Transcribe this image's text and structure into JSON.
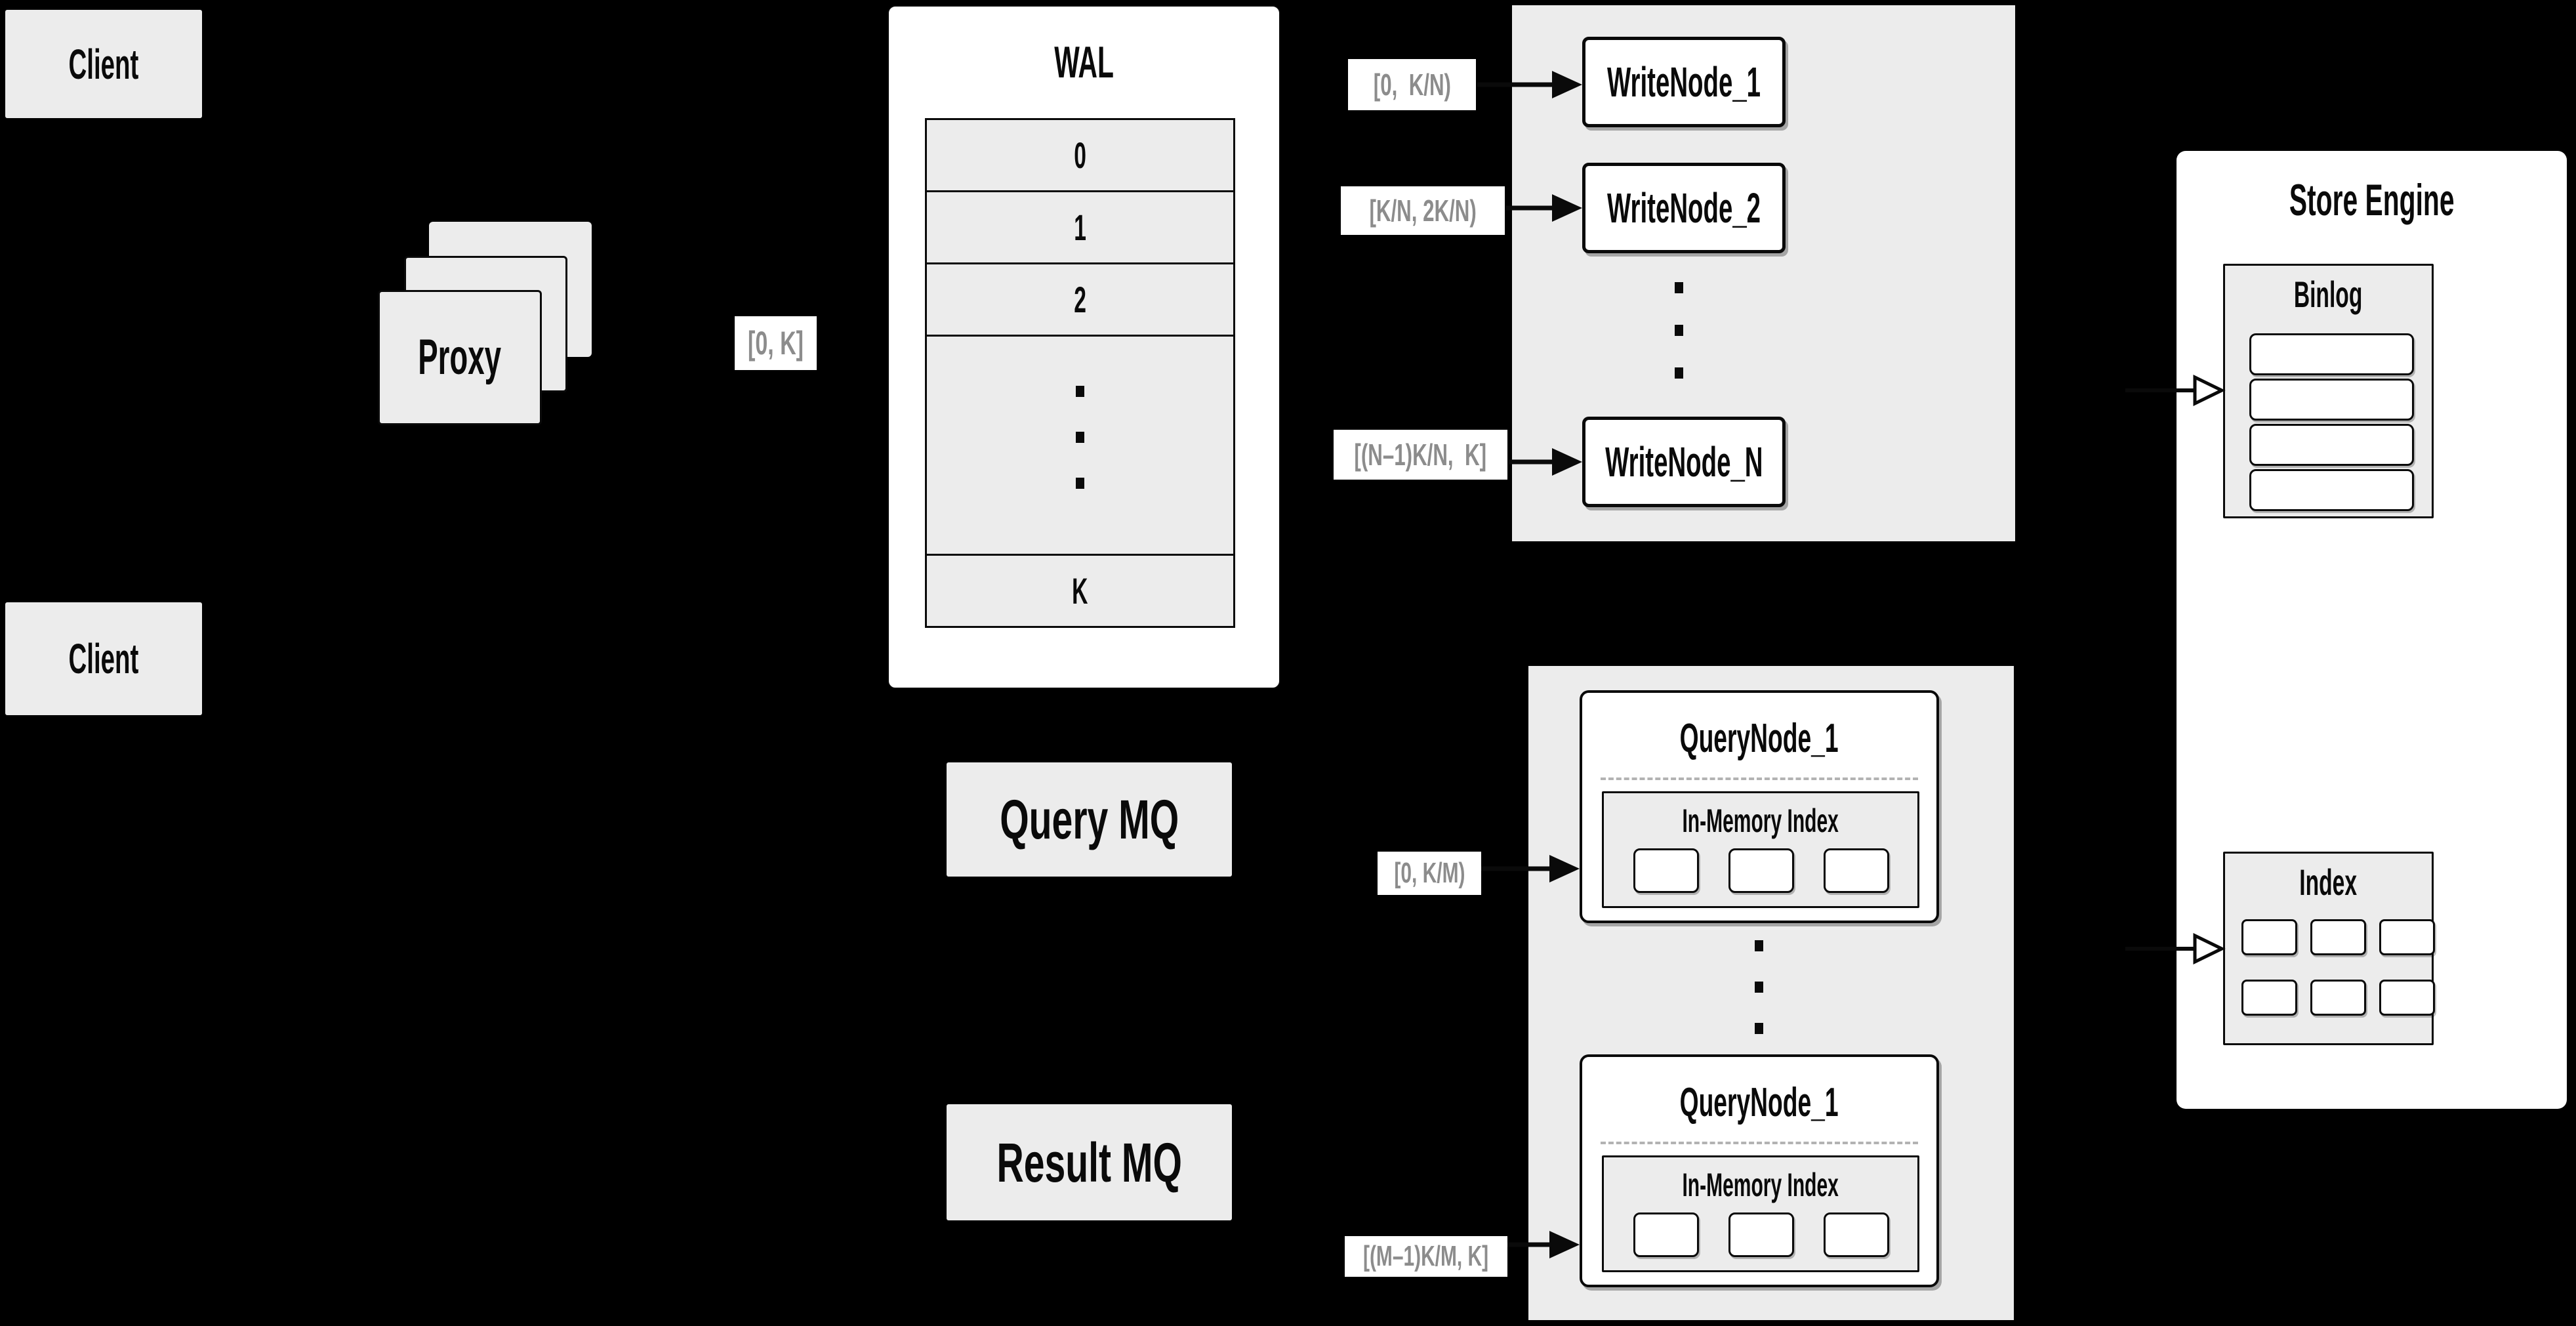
{
  "diagram": {
    "clients": [
      {
        "label": "Client"
      },
      {
        "label": "Client"
      }
    ],
    "proxy": {
      "label": "Proxy"
    },
    "wal": {
      "title": "WAL",
      "rows": [
        "0",
        "1",
        "2",
        "K"
      ]
    },
    "range_labels": {
      "client_to_wal": "[0, K]",
      "wal_to_write": [
        "[0,  K/N)",
        "[K/N, 2K/N)",
        "[(N–1)K/N,  K]"
      ],
      "query": [
        "[0, K/M)",
        "[(M–1)K/M, K]"
      ]
    },
    "write_nodes": [
      "WriteNode_1",
      "WriteNode_2",
      "WriteNode_N"
    ],
    "query_nodes": [
      {
        "title": "QueryNode_1",
        "inner": "In-Memory Index"
      },
      {
        "title": "QueryNode_1",
        "inner": "In-Memory Index"
      }
    ],
    "mq": {
      "query": "Query MQ",
      "result": "Result MQ"
    },
    "store_engine": {
      "title": "Store Engine",
      "binlog": "Binlog",
      "index": "Index"
    }
  },
  "colors": {
    "background": "#000000",
    "panel_gray": "#ececec",
    "node_white": "#ffffff",
    "line_black": "#0a0a0a",
    "muted_label_text": "#8c8c8c"
  }
}
